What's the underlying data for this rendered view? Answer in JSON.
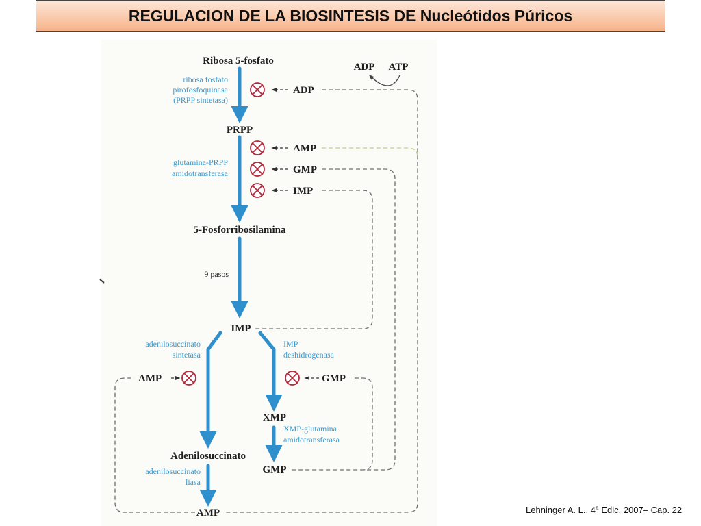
{
  "title": "REGULACION DE LA BIOSINTESIS DE Nucleótidos Púricos",
  "credit": "Lehninger A. L., 4ª Edic. 2007– Cap. 22",
  "colors": {
    "pathway_arrow": "#2e8fcc",
    "enzyme_text": "#3a9bd0",
    "inhibition_symbol": "#b0283a",
    "feedback_line": "#6f6f6f",
    "amp_feedback_line": "#c9c98a"
  },
  "molecules": {
    "ribose5p": "Ribosa 5-fosfato",
    "prpp": "PRPP",
    "phosphoribosylamine": "5-Fosforribosilamina",
    "imp": "IMP",
    "adenylosuccinate": "Adenilosuccinato",
    "amp": "AMP",
    "xmp": "XMP",
    "gmp": "GMP"
  },
  "cofactors": {
    "adp": "ADP",
    "atp": "ATP"
  },
  "steps": {
    "nine_steps": "9 pasos"
  },
  "enzymes": {
    "prpp_synthetase": [
      "ribosa fosfato",
      "pirofosfoquinasa",
      "(PRPP sintetasa)"
    ],
    "amidotransferase": [
      "glutamina-PRPP",
      "amidotransferasa"
    ],
    "adenylosuccinate_synthetase": [
      "adenilosuccinato",
      "sintetasa"
    ],
    "imp_dehydrogenase": [
      "IMP",
      "deshidrogenasa"
    ],
    "xmp_glutamine_amidotransferase": [
      "XMP-glutamina",
      "amidotransferasa"
    ],
    "adenylosuccinate_lyase": [
      "adenilosuccinato",
      "liasa"
    ]
  },
  "inhibitors": {
    "prpp_synthetase": "ADP",
    "amidotransferase": [
      "AMP",
      "GMP",
      "IMP"
    ],
    "adenylosuccinate_synthetase": "AMP",
    "imp_dehydrogenase": "GMP"
  }
}
